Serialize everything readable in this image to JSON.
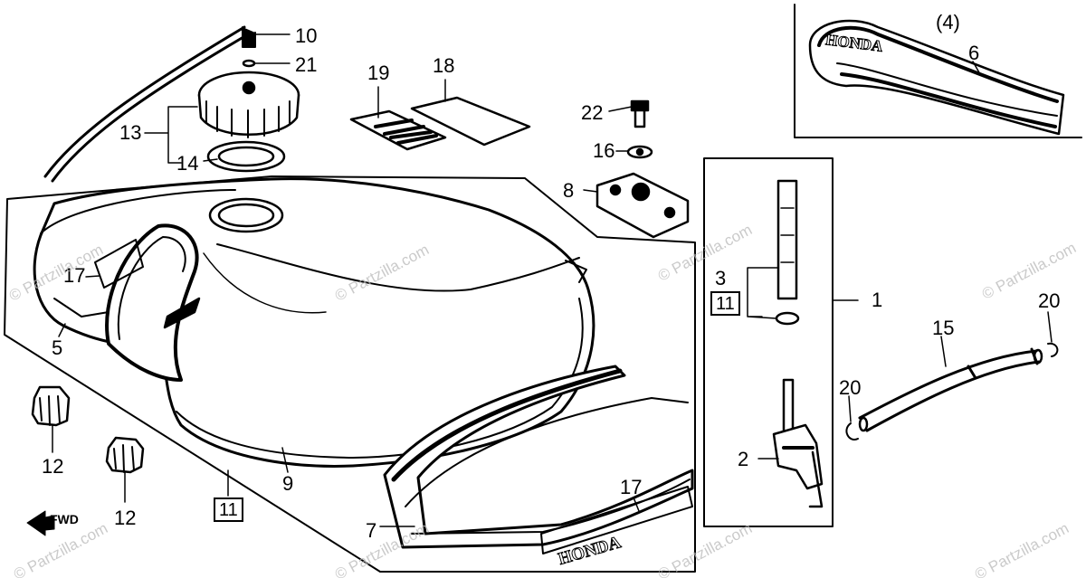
{
  "callouts": {
    "c1": "1",
    "c2": "2",
    "c3": "3",
    "c4": "(4)",
    "c5": "5",
    "c6": "6",
    "c7": "7",
    "c8": "8",
    "c9": "9",
    "c10": "10",
    "c11a": "11",
    "c11b": "11",
    "c12a": "12",
    "c12b": "12",
    "c13": "13",
    "c14": "14",
    "c15": "15",
    "c16": "16",
    "c17a": "17",
    "c17b": "17",
    "c18": "18",
    "c19": "19",
    "c20a": "20",
    "c20b": "20",
    "c21": "21",
    "c22": "22"
  },
  "fwd_label": "FWD",
  "brand_top": "HONDA",
  "brand_bottom": "HONDA",
  "watermark": "© Partzilla.com"
}
